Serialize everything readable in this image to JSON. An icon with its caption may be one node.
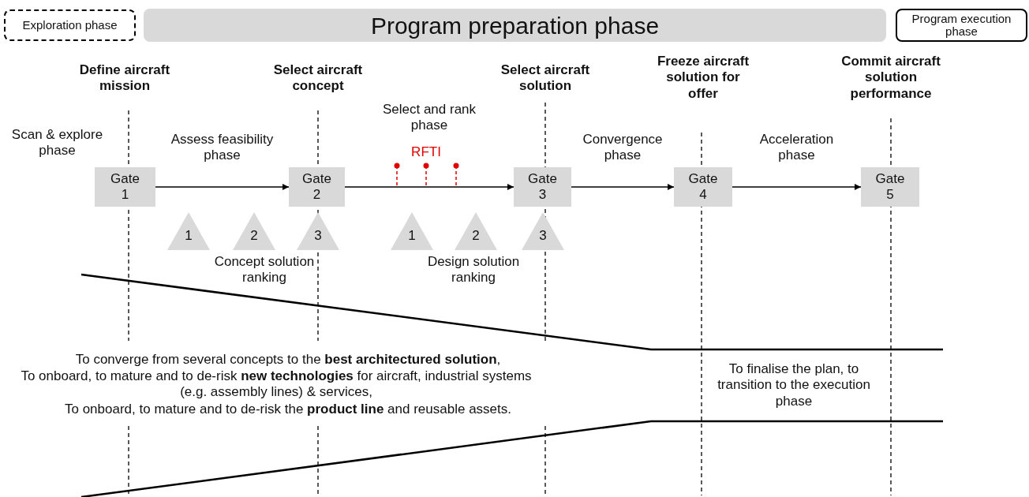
{
  "diagram": {
    "nodes": [
      {
        "text": [
          "Exploration phase"
        ]
      },
      {
        "text": [
          "Program preparation phase"
        ]
      },
      {
        "text": [
          "Program execution phase"
        ]
      },
      {
        "text": [
          "Gate 1"
        ]
      },
      {
        "text": [
          "Gate 2"
        ]
      },
      {
        "text": [
          "Gate 3"
        ]
      },
      {
        "text": [
          "Gate 4"
        ]
      },
      {
        "text": [
          "Gate 5"
        ]
      },
      {
        "text": [
          "1"
        ]
      },
      {
        "text": [
          "2"
        ]
      },
      {
        "text": [
          "3"
        ]
      },
      {
        "text": [
          "1"
        ]
      },
      {
        "text": [
          "2"
        ]
      },
      {
        "text": [
          "3"
        ]
      }
    ],
    "edges": [
      {
        "from": 3,
        "to": 4,
        "arrow": "to",
        "label": "Assess feasibility phase"
      },
      {
        "from": 4,
        "to": 5,
        "arrow": "to",
        "label": "Select and rank phase"
      },
      {
        "from": 5,
        "to": 6,
        "arrow": "to",
        "label": "Convergence phase"
      },
      {
        "from": 6,
        "to": 7,
        "arrow": "to",
        "label": "Acceleration phase"
      }
    ],
    "labels": [
      "Define aircraft mission",
      "Select aircraft concept",
      "Select aircraft solution",
      "Freeze aircraft solution for offer",
      "Commit aircraft solution performance",
      "Scan & explore phase",
      "RFTI",
      "Concept solution ranking",
      "Design solution ranking",
      "To converge from several concepts to the **best architectured solution**,",
      "To onboard, to mature and to de-risk **new technologies** for aircraft, industrial systems (e.g. assembly lines) & services,",
      "To onboard, to mature and to de-risk the **product line** and reusable assets.",
      "To finalise the plan, to transition to the execution phase"
    ]
  }
}
